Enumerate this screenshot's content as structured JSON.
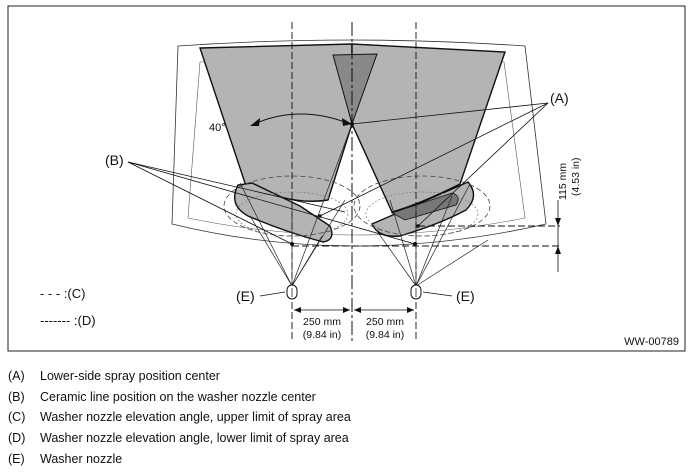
{
  "figure": {
    "code": "WW-00789",
    "angle": "40°",
    "labels": {
      "A": "(A)",
      "B": "(B)",
      "E": "(E)"
    },
    "height_mm": "115 mm",
    "height_in": "(4.53 in)",
    "spacing_mm": "250 mm",
    "spacing_in": "(9.84 in)",
    "line_key_c": "- - - :(C)",
    "line_key_d": "------- :(D)"
  },
  "legend": [
    {
      "key": "(A)",
      "text": "Lower-side spray position center"
    },
    {
      "key": "(B)",
      "text": "Ceramic line position on the washer nozzle center"
    },
    {
      "key": "(C)",
      "text": "Washer nozzle elevation angle, upper limit of spray area"
    },
    {
      "key": "(D)",
      "text": "Washer nozzle elevation angle, lower limit of spray area"
    },
    {
      "key": "(E)",
      "text": "Washer nozzle"
    }
  ]
}
